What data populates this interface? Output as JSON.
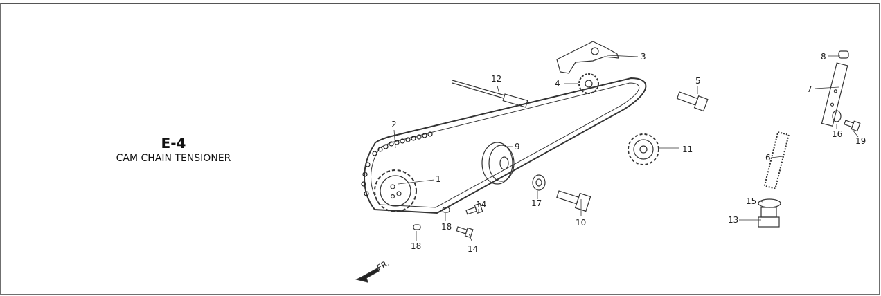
{
  "section": {
    "code": "E-4",
    "title": "CAM CHAIN TENSIONER"
  },
  "diagram": {
    "direction_label": "FR.",
    "part_numbers": [
      "1",
      "2",
      "3",
      "4",
      "5",
      "6",
      "7",
      "8",
      "9",
      "10",
      "11",
      "12",
      "13",
      "14",
      "14",
      "15",
      "16",
      "17",
      "18",
      "18",
      "19"
    ]
  }
}
